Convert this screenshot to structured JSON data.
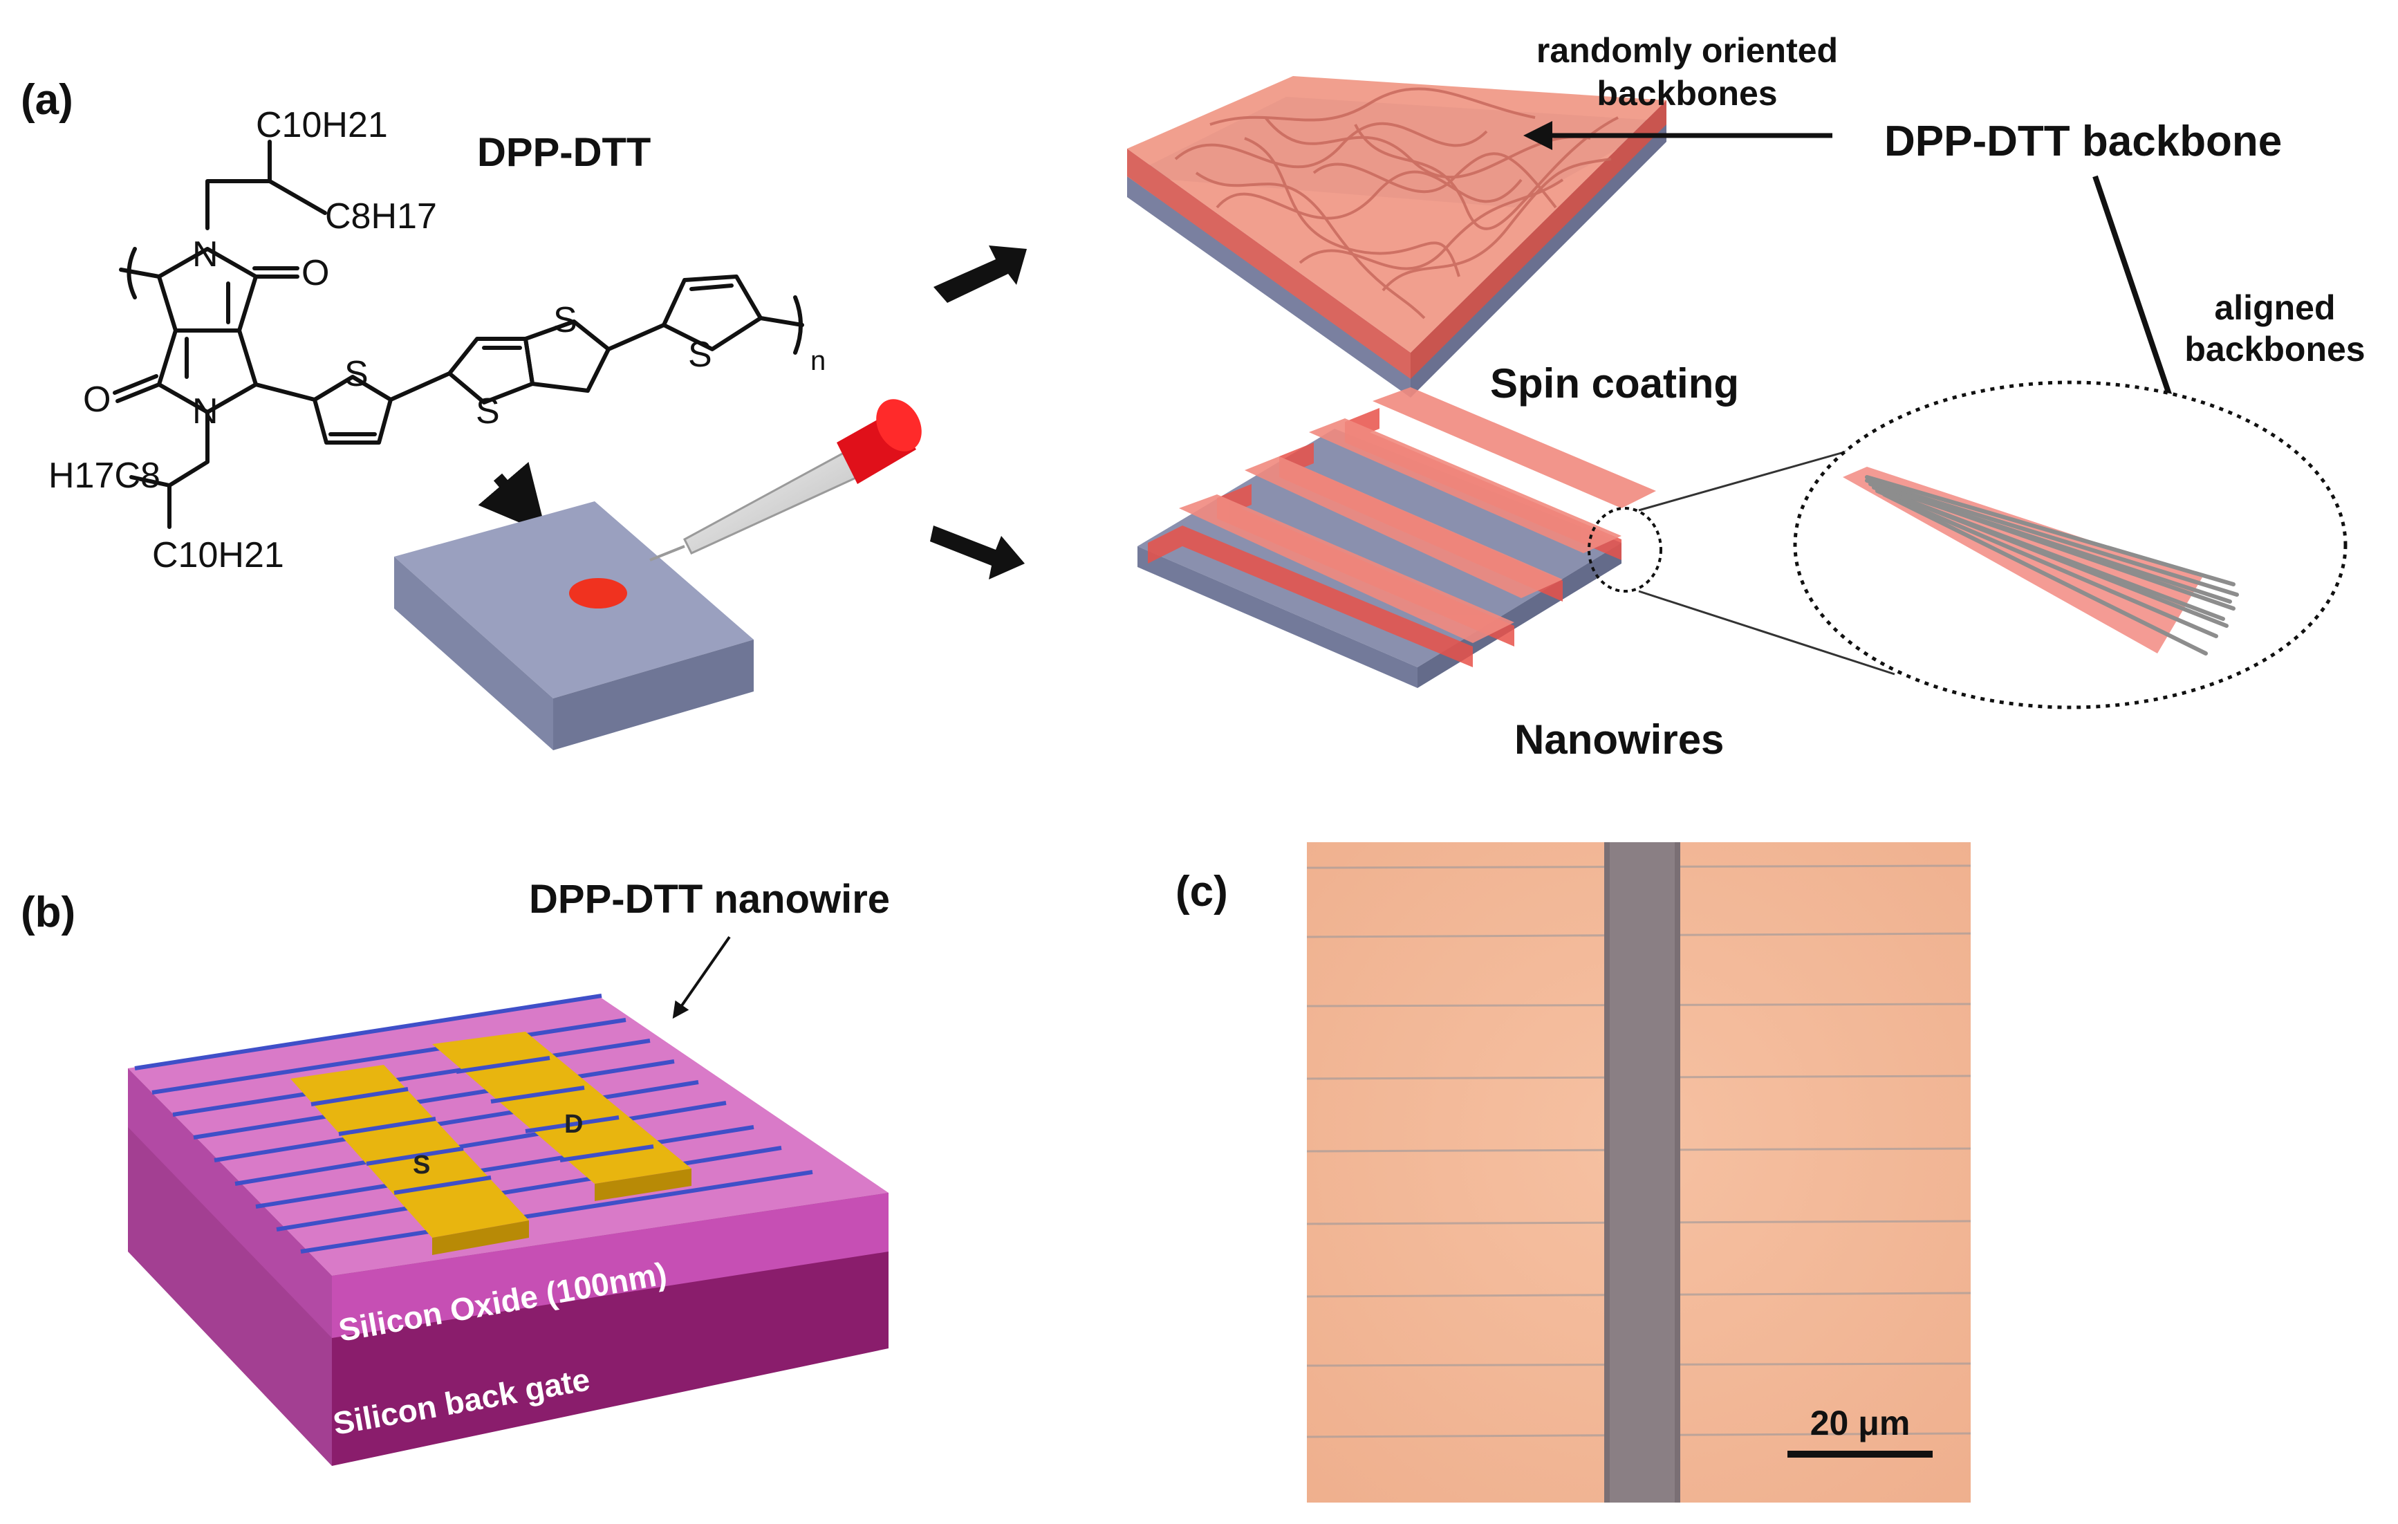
{
  "panel_a": {
    "label": "(a)",
    "polymer_name": "DPP-DTT",
    "chem": {
      "c10h21_top": "C10H21",
      "c8h17_top": "C8H17",
      "h17c8_bottom": "H17C8",
      "c10h21_bottom": "C10H21",
      "n_top": "N",
      "n_bottom": "N",
      "o_right": "O",
      "o_left": "O",
      "s1": "S",
      "s2": "S",
      "s3": "S",
      "s4": "S",
      "repeat_n": "n"
    },
    "randomly_oriented": [
      "randomly oriented",
      "backbones"
    ],
    "backbone_label": "DPP-DTT backbone",
    "aligned": [
      "aligned",
      "backbones"
    ],
    "spin_coating": "Spin coating",
    "nanowires": "Nanowires"
  },
  "panel_b": {
    "label": "(b)",
    "nanowire_label": "DPP-DTT nanowire",
    "source": "S",
    "drain": "D",
    "oxide": "Silicon Oxide (100nm)",
    "gate": "Silicon back gate"
  },
  "panel_c": {
    "label": "(c)",
    "scale_bar": "20 μm"
  },
  "colors": {
    "substrate": "#8d93ad",
    "polymer_red": "#e8524a",
    "oxide_magenta": "#c64fb4",
    "gate_purple": "#8a1d6c",
    "gold": "#e8b50f",
    "wire_blue": "#3f4fc8",
    "micro_bg": "#f0b493",
    "micro_stripe": "#8a7f84"
  }
}
